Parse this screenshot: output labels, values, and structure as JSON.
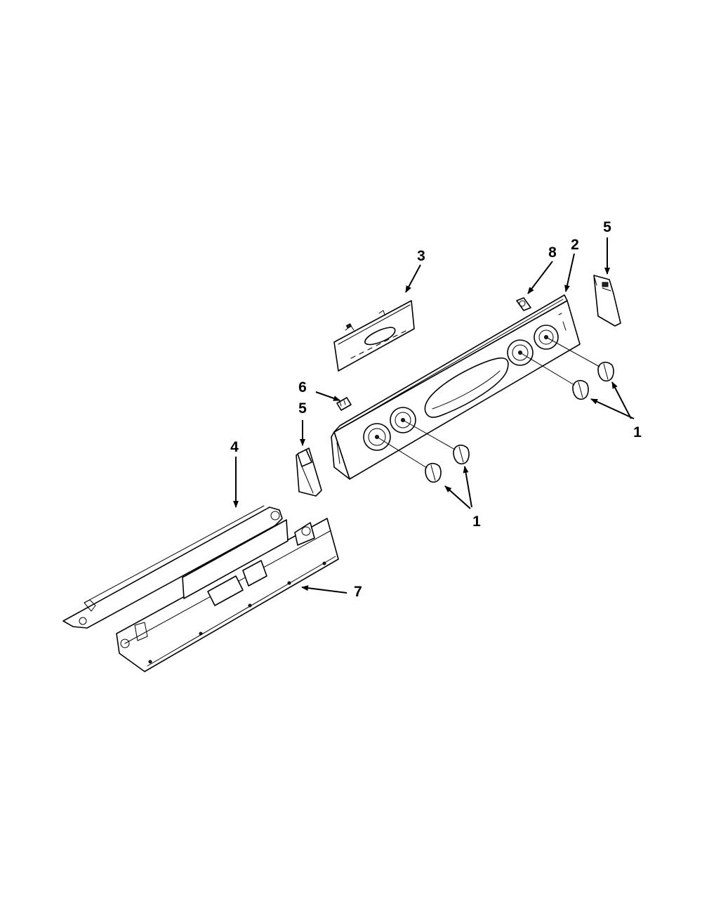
{
  "callouts": {
    "c1a": "1",
    "c1b": "1",
    "c2": "2",
    "c3": "3",
    "c4": "4",
    "c5a": "5",
    "c5b": "5",
    "c6": "6",
    "c7": "7",
    "c8": "8"
  },
  "colors": {
    "line": "#000000",
    "background": "#ffffff"
  }
}
